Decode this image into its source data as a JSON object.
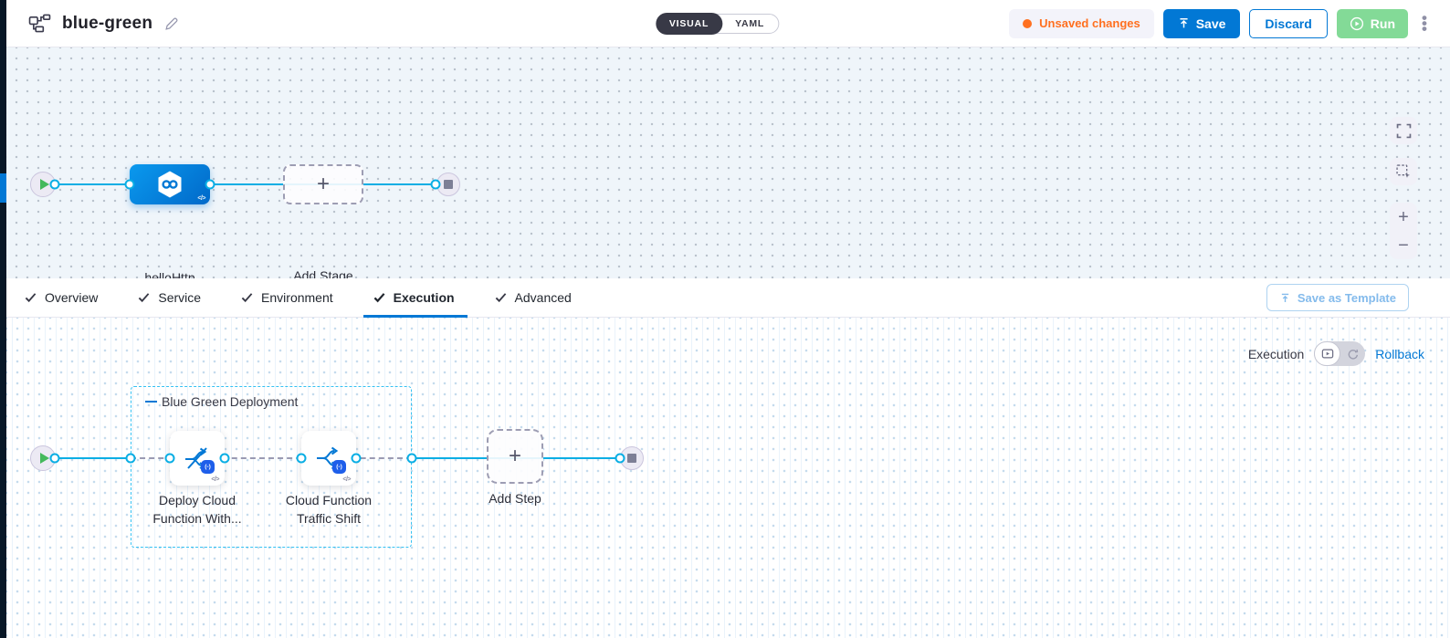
{
  "header": {
    "title": "blue-green",
    "mode_visual": "VISUAL",
    "mode_yaml": "YAML",
    "unsaved": "Unsaved changes",
    "save": "Save",
    "discard": "Discard",
    "run": "Run"
  },
  "pipeline": {
    "stage_name": "helloHttp",
    "add_stage": "Add Stage"
  },
  "tabs": {
    "items": [
      {
        "label": "Overview"
      },
      {
        "label": "Service"
      },
      {
        "label": "Environment"
      },
      {
        "label": "Execution"
      },
      {
        "label": "Advanced"
      }
    ],
    "active": "Execution",
    "save_as_template": "Save as Template"
  },
  "execution": {
    "mode_label": "Execution",
    "rollback": "Rollback",
    "group_name": "Blue Green Deployment",
    "steps": [
      {
        "line1": "Deploy Cloud",
        "line2": "Function With..."
      },
      {
        "line1": "Cloud Function",
        "line2": "Traffic Shift"
      }
    ],
    "add_step": "Add Step",
    "badge_glyph": "(-)",
    "code_glyph": "</>"
  },
  "colors": {
    "accent_blue": "#0278d5",
    "connector_cyan": "#0aaee4",
    "unsaved_orange": "#ff7020",
    "run_green": "#83da97",
    "group_border_cyan": "#35c2f3",
    "rail_dark": "#081726",
    "canvas_top_bg": "#eff5fa"
  }
}
